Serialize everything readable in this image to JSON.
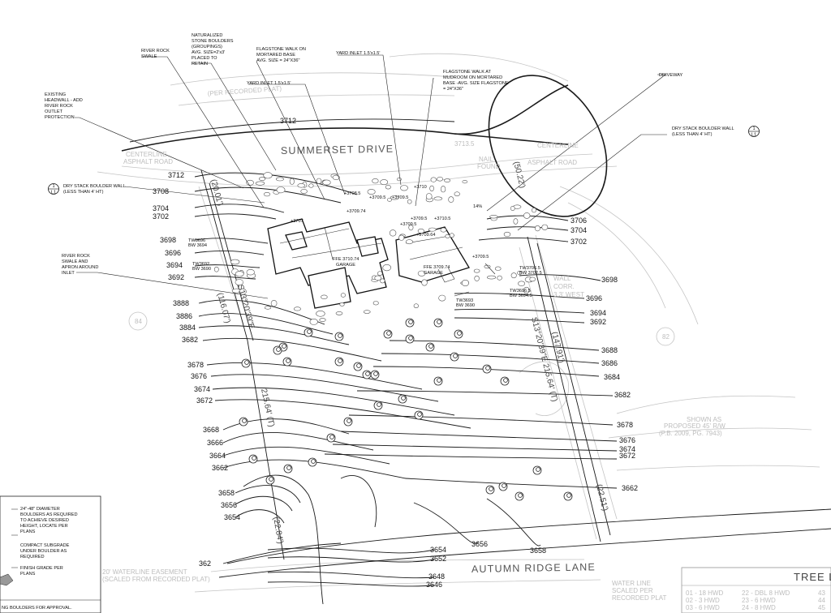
{
  "streets": {
    "summerset": "SUMMERSET DRIVE",
    "autumn": "AUTUMN RIDGE LANE"
  },
  "callouts": {
    "river_rock_swale": [
      "RIVER ROCK",
      "SWALE"
    ],
    "naturalized_boulders": [
      "NATURALIZED",
      "STONE BOULDERS",
      "(GROUPINGS)",
      "AVG. SIZE=2'x3'",
      "PLACED TO",
      "RETAIN"
    ],
    "flagstone_walk": [
      "FLAGSTONE WALK ON",
      "MORTARED BASE",
      "AVG. SIZE = 24\"X36\""
    ],
    "yard_inlet_top": "YARD INLET 1.5'x1.5'",
    "yard_inlet_mid": "YARD INLET 1.5'x1.5'",
    "flagstone_mudroom": [
      "FLAGSTONE WALK AT",
      "MUDROOM ON MORTARED",
      "BASE -AVG. SIZE FLAGSTONE",
      "= 24\"X36\""
    ],
    "driveway": "DRIVEWAY",
    "dry_stack_right": [
      "DRY STACK BOULDER WALL",
      "(LESS THAN 4' HT)"
    ],
    "dry_stack_left": [
      "DRY STACK BOULDER WALL",
      "(LESS THAN 4' HT)"
    ],
    "headwall": [
      "EXISTING",
      "HEADWALL - ADD",
      "RIVER ROCK",
      "OUTLET",
      "PROTECTION"
    ],
    "swale_apron": [
      "RIVER ROCK",
      "SWALE AND",
      "APRON AROUND",
      "INLET"
    ],
    "sheet_ref_num": "1",
    "sheet_ref_sheet": "L1"
  },
  "left_elevations": [
    "3712",
    "3708",
    "3704",
    "3702",
    "3698",
    "3696",
    "3694",
    "3692",
    "3888",
    "3886",
    "3884",
    "3682",
    "3678",
    "3676",
    "3674",
    "3672",
    "3668",
    "3666",
    "3664",
    "3662",
    "3658",
    "3656",
    "3654",
    "362"
  ],
  "right_elevations": [
    "3706",
    "3704",
    "3702",
    "3698",
    "3696",
    "3694",
    "3692",
    "3688",
    "3686",
    "3684",
    "3682",
    "3678",
    "3676",
    "3674",
    "3672",
    "3662"
  ],
  "bottom_elevations": [
    "3654",
    "3652",
    "3648",
    "3646",
    "3656",
    "3658"
  ],
  "road_contour_label": "3712",
  "spot_elevations": [
    "+3710",
    "+3709.5",
    "+3709.5",
    "+3709.74",
    "+3709.5",
    "+3710.5",
    "+3709.64",
    "+3709.5",
    "+3709.5",
    "+3708.5",
    "+3707"
  ],
  "walls": [
    {
      "tw": "TW3696",
      "bw": "BW 3694"
    },
    {
      "tw": "TW3692",
      "bw": "BW 3690"
    },
    {
      "tw": "TW3706.5",
      "bw": "BW 3702.5"
    },
    {
      "tw": "TW3696.5",
      "bw": "BW 3694.5"
    },
    {
      "tw": "TW3693",
      "bw": "BW 3690"
    }
  ],
  "garages": [
    {
      "ffe": "FFE 3710.74",
      "name": "GARAGE"
    },
    {
      "ffe": "FFE 3709.74",
      "name": "GARAGE"
    }
  ],
  "slope_label": "14%",
  "dimensions": {
    "top_left": "(20.01')",
    "left_bearing": "S13°20'39\"E",
    "left_dist": "(116.07')",
    "left_lower": "215.64' (T)",
    "bottom_left": "(22.84')",
    "right_top": "(50.22')",
    "right_bearing": "S13°20'39\"E 215.64' (T)",
    "right_dist": "(147.91')",
    "bottom_right": "(22.51')"
  },
  "faint_notes": {
    "per_plat": "(PER RECORDED PLAT)",
    "centerline_left": [
      "CENTERLINE",
      "ASPHALT ROAD"
    ],
    "centerline_right": [
      "CENTERLINE",
      "ASPHALT ROAD"
    ],
    "nail_found": [
      "NAIL",
      "FOUND"
    ],
    "top_3713": "3713.5",
    "shown_as": [
      "SHOWN AS",
      "PROPOSED 45' R/W",
      "(P.B. 2009, PG. 7943)"
    ],
    "waterline": [
      "20' WATERLINE EASEMENT",
      "(SCALED FROM RECORDED PLAT)"
    ],
    "water_line_note": [
      "WATER LINE",
      "SCALED PER",
      "RECORDED PLAT"
    ],
    "lot_84": "84",
    "lot_82": "82",
    "wall_note": [
      "WALL",
      "CORR.",
      "3.3' WEST"
    ]
  },
  "legend": {
    "boulders": [
      "24\"-48\" DIAMETER",
      "BOULDERS AS REQUIRED",
      "TO ACHIEVE DESIRED",
      "HEIGHT, LOCATE PER",
      "PLANS"
    ],
    "subgrade": [
      "COMPACT SUBGRADE",
      "UNDER BOULDER AS",
      "REQUIRED"
    ],
    "finish": [
      "FINISH GRADE PER",
      "PLANS"
    ],
    "footer": "NG BOULDERS FOR APPROVAL."
  },
  "tree_table": {
    "title": "TREE L",
    "rows": [
      "01 - 18 HWD",
      "02 - 3 HWD",
      "03 - 6 HWD"
    ],
    "rows2": [
      "22 - DBL 8 HWD",
      "23 - 6 HWD",
      "24 - 8 HWD"
    ],
    "rows3": [
      "43",
      "44",
      "45"
    ]
  }
}
